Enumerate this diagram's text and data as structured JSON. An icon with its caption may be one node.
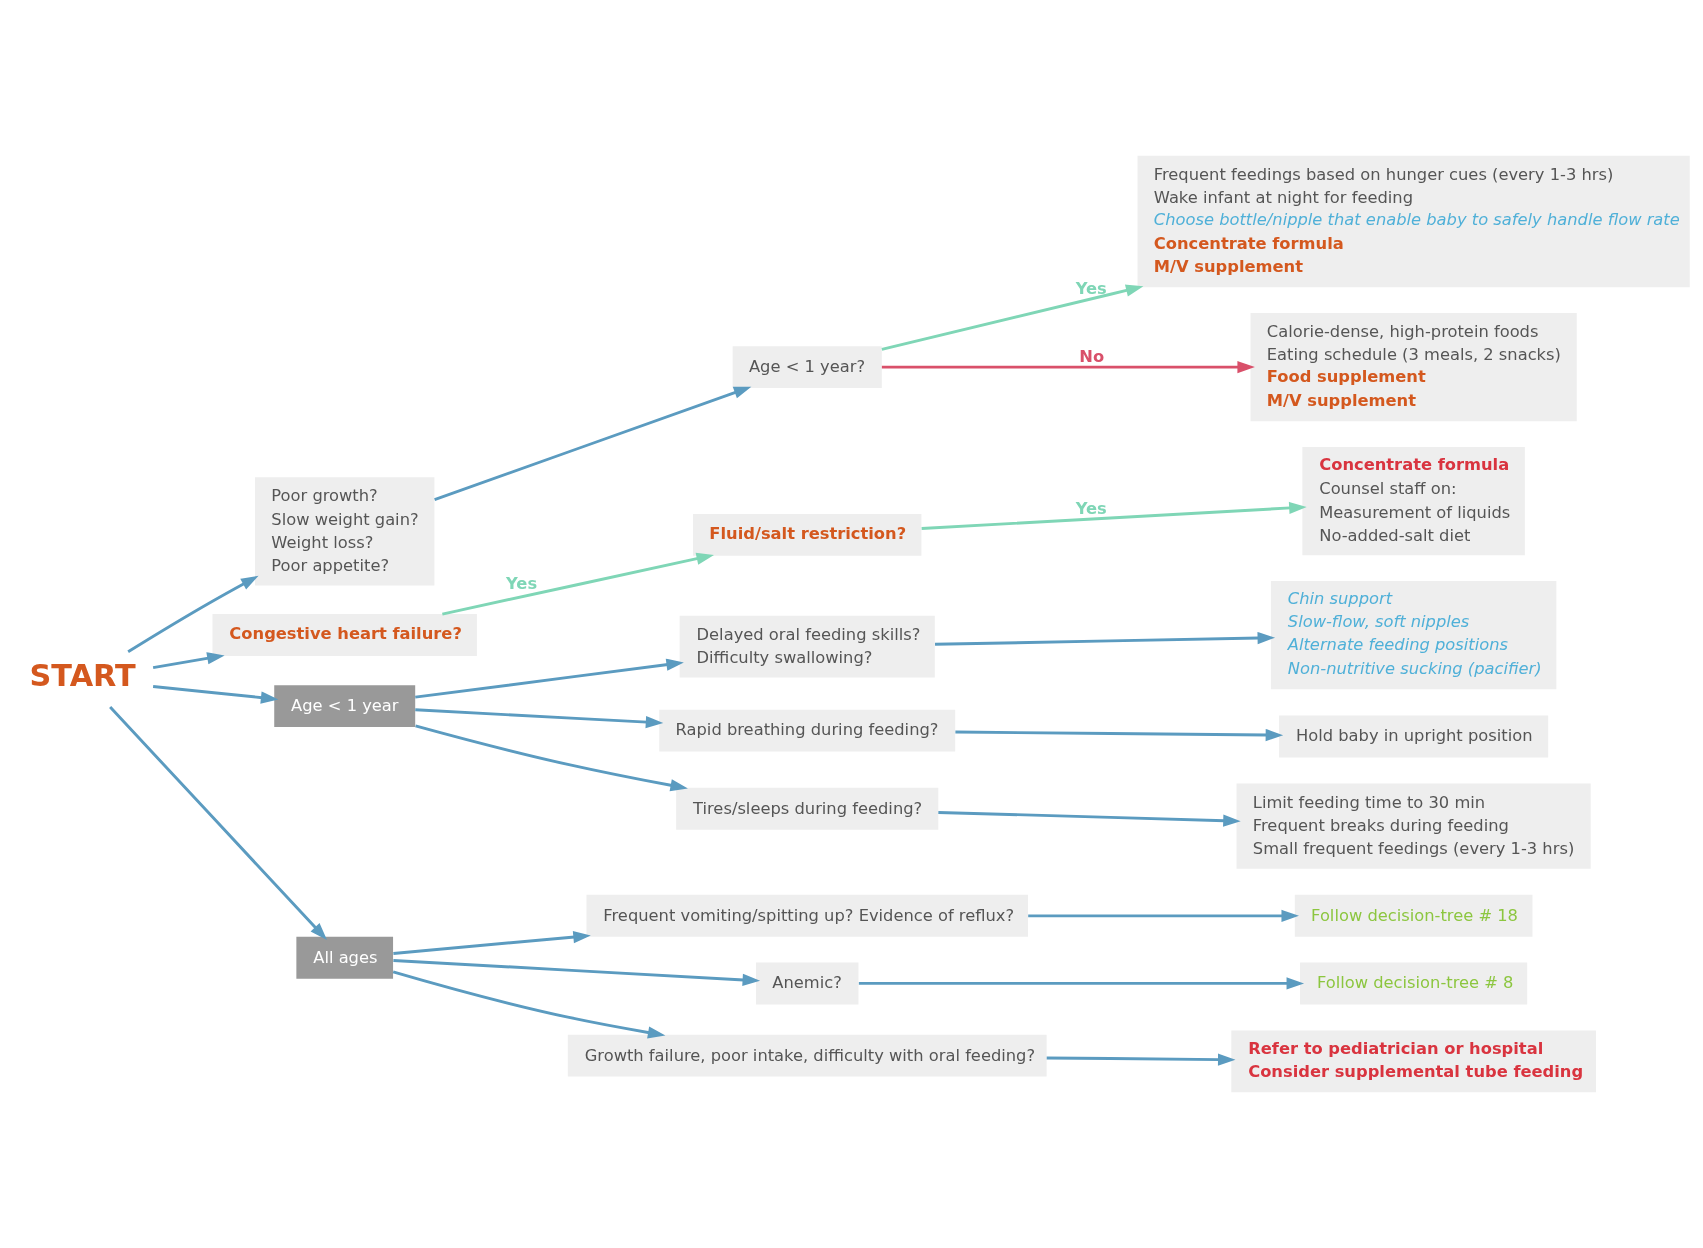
{
  "diagram": {
    "nodes": [
      {
        "text": [
          "START"
        ]
      },
      {
        "text": [
          "Poor growth?",
          "Slow weight gain?",
          "Weight loss?",
          "Poor appetite?"
        ]
      },
      {
        "text": [
          "Age < 1 year?"
        ]
      },
      {
        "text": [
          "Frequent feedings based on hunger cues (every 1-3 hrs)",
          "Wake infant at night for feeding",
          "Choose bottle/nipple that enable baby to safely handle flow rate",
          "Concentrate formula",
          "M/V supplement"
        ]
      },
      {
        "text": [
          "Calorie-dense, high-protein foods",
          "Eating schedule (3 meals, 2 snacks)",
          "Food supplement",
          "M/V supplement"
        ]
      },
      {
        "text": [
          "Congestive heart failure?"
        ]
      },
      {
        "text": [
          "Fluid/salt restriction?"
        ]
      },
      {
        "text": [
          "Concentrate formula",
          "Counsel staff on:",
          "Measurement of liquids",
          "No-added-salt diet"
        ]
      },
      {
        "text": [
          "Age < 1 year"
        ]
      },
      {
        "text": [
          "Delayed oral feeding skills?",
          "Difficulty swallowing?"
        ]
      },
      {
        "text": [
          "Rapid breathing during feeding?"
        ]
      },
      {
        "text": [
          "Tires/sleeps during feeding?"
        ]
      },
      {
        "text": [
          "Chin support",
          "Slow-flow, soft nipples",
          "Alternate feeding positions",
          "Non-nutritive sucking (pacifier)"
        ]
      },
      {
        "text": [
          "Hold baby in upright position"
        ]
      },
      {
        "text": [
          "Limit feeding time to 30 min",
          "Frequent breaks during feeding",
          "Small frequent feedings (every 1-3 hrs)"
        ]
      },
      {
        "text": [
          "All ages"
        ]
      },
      {
        "text": [
          "Frequent vomiting/spitting up? Evidence of reflux?"
        ]
      },
      {
        "text": [
          "Anemic?"
        ]
      },
      {
        "text": [
          "Growth failure, poor intake, difficulty with oral feeding?"
        ]
      },
      {
        "text": [
          "Follow decision-tree # 18"
        ]
      },
      {
        "text": [
          "Follow decision-tree # 8"
        ]
      },
      {
        "text": [
          "Refer to pediatrician or hospital",
          "Consider supplemental tube feeding"
        ]
      }
    ],
    "edges": [
      {
        "from": 0,
        "to": 1,
        "arrow": "to"
      },
      {
        "from": 0,
        "to": 5,
        "arrow": "to"
      },
      {
        "from": 0,
        "to": 8,
        "arrow": "to"
      },
      {
        "from": 0,
        "to": 15,
        "arrow": "to"
      },
      {
        "from": 1,
        "to": 2,
        "arrow": "to"
      },
      {
        "from": 2,
        "to": 3,
        "arrow": "to",
        "label": "Yes",
        "color": "#7fd6b6"
      },
      {
        "from": 2,
        "to": 4,
        "arrow": "to",
        "label": "No",
        "color": "#d9506a"
      },
      {
        "from": 5,
        "to": 6,
        "arrow": "to",
        "label": "Yes",
        "color": "#7fd6b6"
      },
      {
        "from": 6,
        "to": 7,
        "arrow": "to",
        "label": "Yes",
        "color": "#7fd6b6"
      },
      {
        "from": 8,
        "to": 9,
        "arrow": "to"
      },
      {
        "from": 8,
        "to": 10,
        "arrow": "to"
      },
      {
        "from": 8,
        "to": 11,
        "arrow": "to"
      },
      {
        "from": 9,
        "to": 12,
        "arrow": "to"
      },
      {
        "from": 10,
        "to": 13,
        "arrow": "to"
      },
      {
        "from": 11,
        "to": 14,
        "arrow": "to"
      },
      {
        "from": 15,
        "to": 16,
        "arrow": "to"
      },
      {
        "from": 15,
        "to": 17,
        "arrow": "to"
      },
      {
        "from": 15,
        "to": 18,
        "arrow": "to"
      },
      {
        "from": 16,
        "to": 19,
        "arrow": "to"
      },
      {
        "from": 17,
        "to": 20,
        "arrow": "to"
      },
      {
        "from": 18,
        "to": 21,
        "arrow": "to"
      }
    ]
  }
}
